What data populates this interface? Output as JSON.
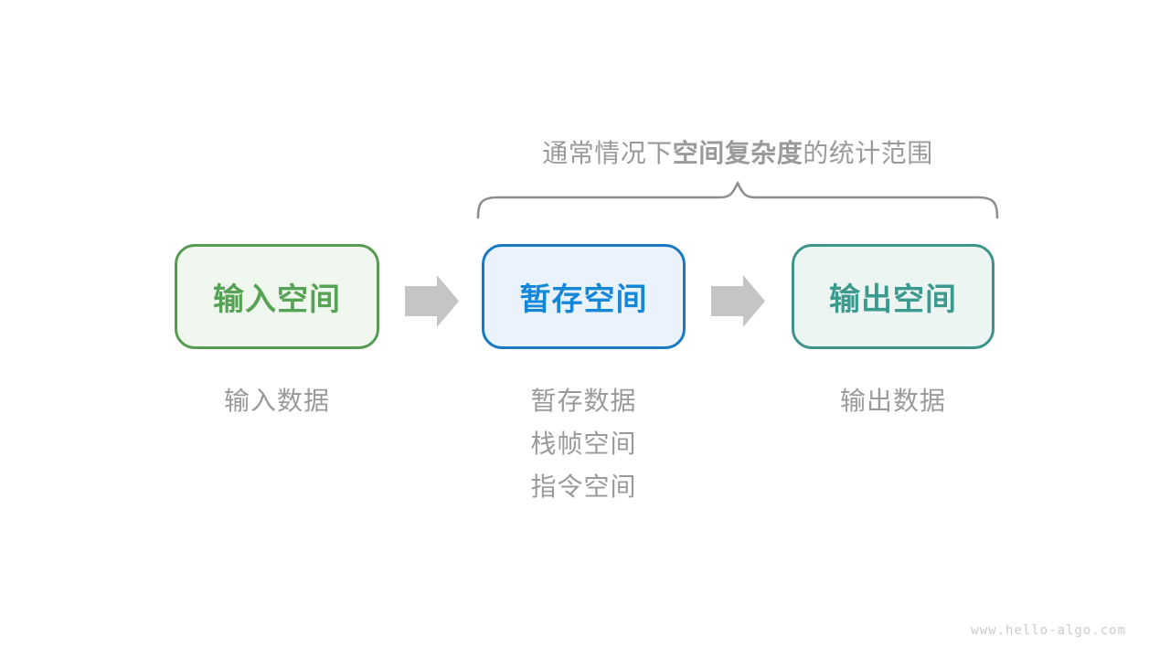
{
  "annotation": {
    "prefix": "通常情况下",
    "bold": "空间复杂度",
    "suffix": "的统计范围"
  },
  "boxes": [
    {
      "label": "输入空间",
      "border_color": "#569b51",
      "bg_color": "#f0f7ee",
      "text_color": "#57a356",
      "sub_labels": [
        "输入数据"
      ]
    },
    {
      "label": "暂存空间",
      "border_color": "#1a78c2",
      "bg_color": "#eaf3fb",
      "text_color": "#1487d8",
      "sub_labels": [
        "暂存数据",
        "栈帧空间",
        "指令空间"
      ]
    },
    {
      "label": "输出空间",
      "border_color": "#3d948a",
      "bg_color": "#edf5f2",
      "text_color": "#3a9a8e",
      "sub_labels": [
        "输出数据"
      ]
    }
  ],
  "colors": {
    "annotation_text": "#9a9a9a",
    "brace": "#8e8e8e",
    "arrow": "#c5c5c5",
    "sub_label_text": "#9a9a9a",
    "watermark_text": "#cccccc"
  },
  "watermark": "www.hello-algo.com"
}
